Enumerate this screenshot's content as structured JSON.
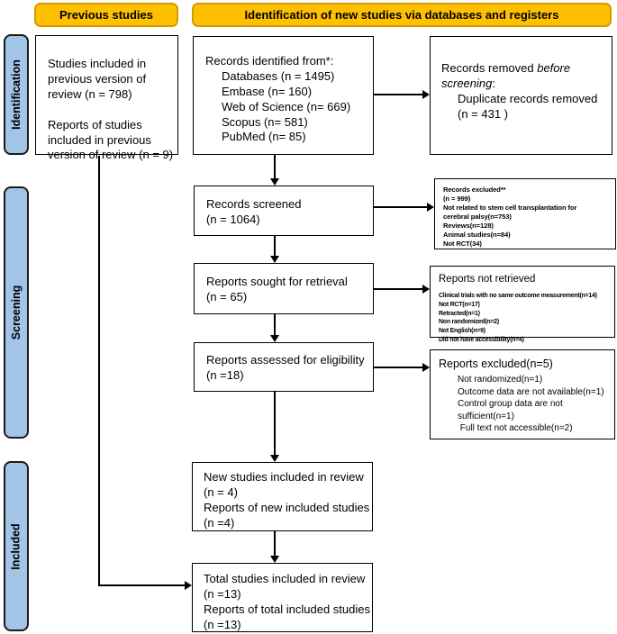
{
  "headers": {
    "previous": "Previous studies",
    "new_studies": "Identification of new studies via databases and registers"
  },
  "sidebar": {
    "identification": "Identification",
    "screening": "Screening",
    "included": "Included"
  },
  "colors": {
    "header_fill": "#FFC000",
    "header_border": "#d49a00",
    "stage_fill": "#a2c4e6",
    "line": "#000000",
    "box_fill": "#ffffff"
  },
  "boxes": {
    "previous_studies": {
      "p1_lines": [
        "Studies included in",
        "previous version of",
        "review (n = 798)"
      ],
      "p2_lines": [
        "Reports of studies",
        "included in previous",
        "version of review (n = 9)"
      ]
    },
    "records_identified": {
      "title": "Records identified from*:",
      "items": [
        "Databases (n = 1495)",
        "Embase (n= 160)",
        "Web of Science (n= 669)",
        "Scopus (n= 581)",
        "PubMed (n= 85)"
      ]
    },
    "records_removed": {
      "prefix": "Records removed ",
      "italic": "before screening",
      "suffix": ":",
      "detail_lines": [
        "Duplicate records removed",
        "(n = 431 )"
      ]
    },
    "records_screened": {
      "lines": [
        "Records screened",
        "(n = 1064)"
      ]
    },
    "records_excluded": {
      "lines": [
        "Records excluded**",
        "(n = 999)",
        "Not related to stem cell transplantation for",
        "cerebral palsy(n=753)",
        "Reviews(n=128)",
        "Animal studies(n=84)",
        "Not RCT(34)"
      ]
    },
    "reports_sought": {
      "lines": [
        "Reports sought for retrieval",
        "(n = 65)"
      ]
    },
    "reports_not_retrieved": {
      "title": "Reports not retrieved",
      "lines": [
        "Clinical trials with no same outcome measurement(n=14)",
        "Not RCT(n=17)",
        "Retracted(n=1)",
        "Non randomized(n=2)",
        "Not English(n=9)",
        "Did not have accessibility(n=4)"
      ]
    },
    "reports_assessed": {
      "lines": [
        "Reports assessed for eligibility",
        "(n =18)"
      ]
    },
    "reports_excluded": {
      "title": "Reports excluded(n=5)",
      "lines": [
        "Not randomized(n=1)",
        "Outcome data are not available(n=1)",
        "Control group data are not",
        "sufficient(n=1)",
        " Full text not accessible(n=2)"
      ]
    },
    "new_studies": {
      "lines": [
        "New studies included in review",
        "(n = 4)",
        "Reports of new included studies",
        "(n =4)"
      ]
    },
    "total_studies": {
      "lines": [
        "Total studies included in review",
        "(n =13)",
        "Reports of total included studies",
        "(n =13)"
      ]
    }
  }
}
